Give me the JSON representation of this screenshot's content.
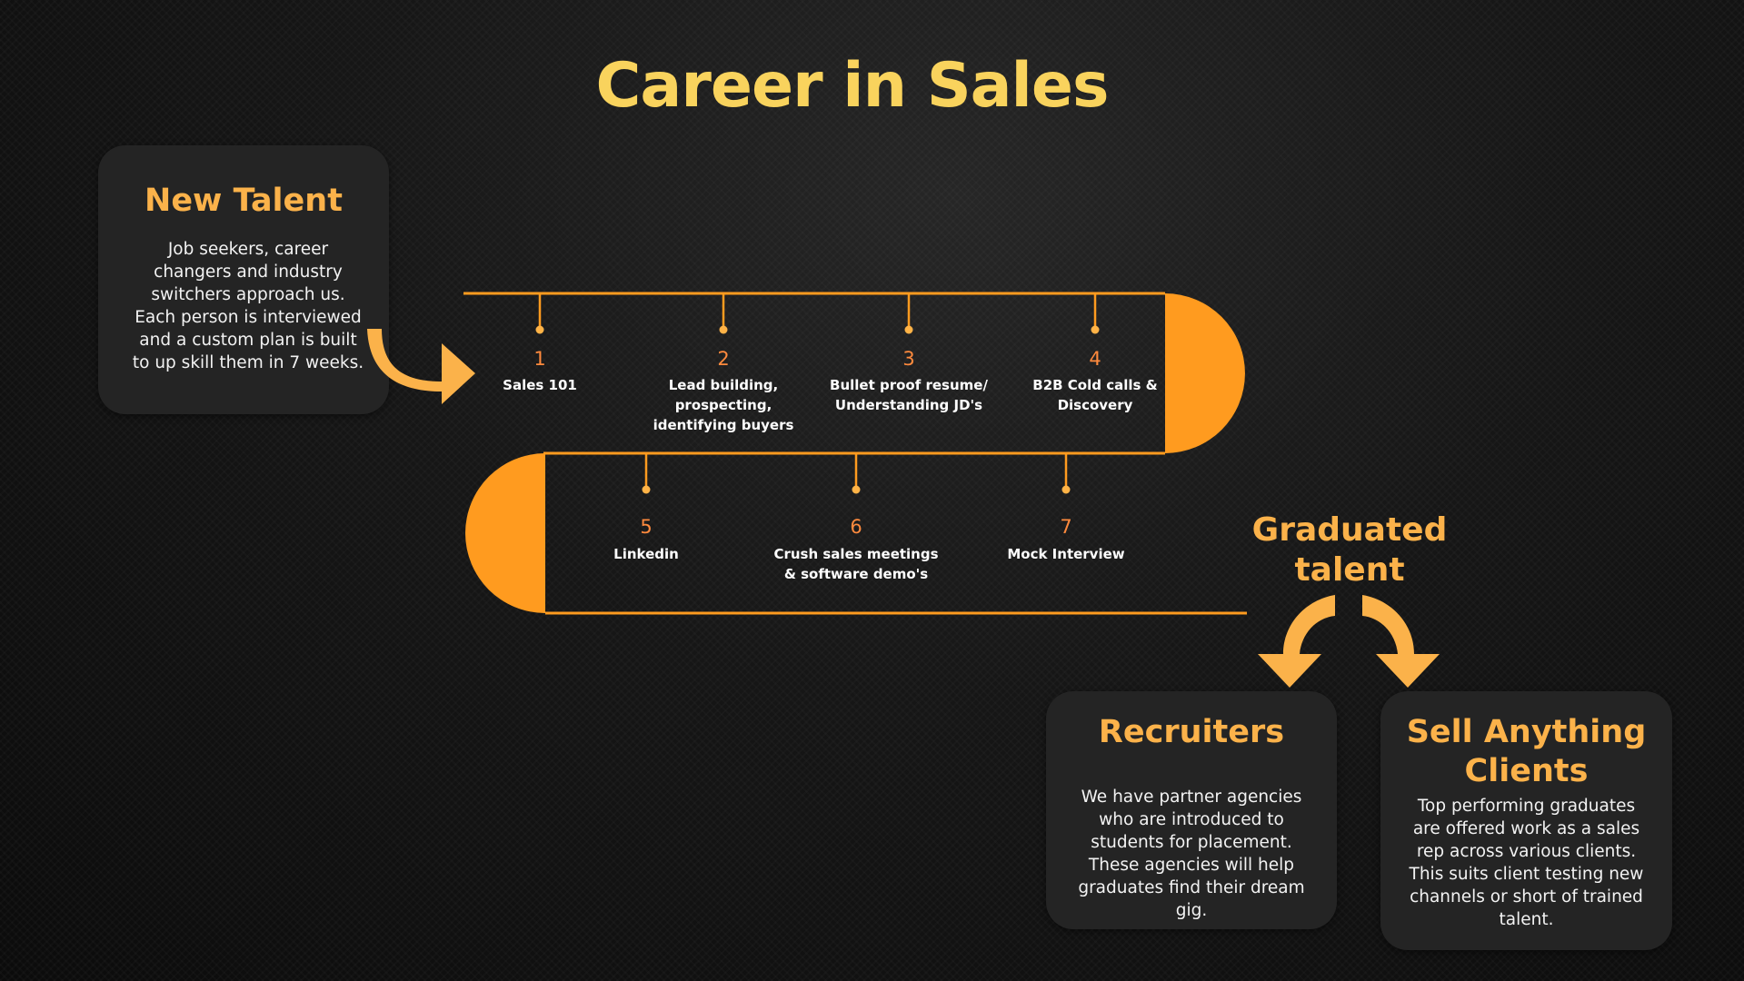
{
  "title": "Career in Sales",
  "new_talent": {
    "title": "New Talent",
    "description": "Job seekers, career changers and industry switchers approach us. Each person is interviewed and a custom plan is built to up skill them in 7 weeks."
  },
  "steps": [
    {
      "number": "1",
      "label": "Sales 101"
    },
    {
      "number": "2",
      "label": "Lead building, prospecting, identifying buyers"
    },
    {
      "number": "3",
      "label": "Bullet proof resume/ Understanding JD's"
    },
    {
      "number": "4",
      "label": "B2B Cold calls & Discovery"
    },
    {
      "number": "5",
      "label": "Linkedin"
    },
    {
      "number": "6",
      "label": "Crush sales meetings & software demo's"
    },
    {
      "number": "7",
      "label": "Mock Interview"
    }
  ],
  "graduated": {
    "label": "Graduated talent"
  },
  "recruiters": {
    "title": "Recruiters",
    "description": "We have partner agencies who are introduced to students for placement. These agencies will help graduates find their dream gig."
  },
  "clients": {
    "title": "Sell Anything Clients",
    "description": "Top performing graduates are offered work as a sales rep across various clients. This suits client testing new channels or short of trained talent."
  },
  "colors": {
    "background": "#111111",
    "title": "#f9d35d",
    "accent": "#fbb24a",
    "track": "#ff9b1f",
    "step_number": "#ff8a3d",
    "card": "#242424"
  }
}
